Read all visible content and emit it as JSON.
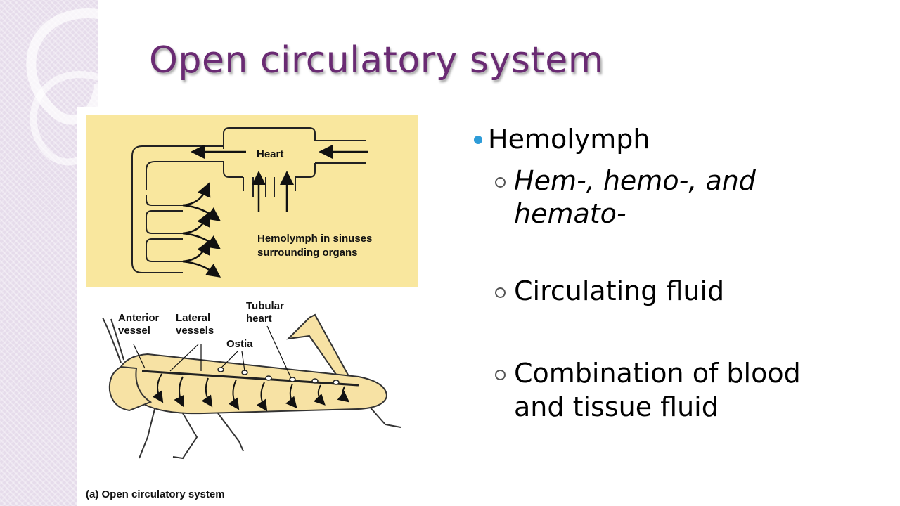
{
  "slide": {
    "title": "Open circulatory system"
  },
  "figure": {
    "heart_label": "Heart",
    "sinus_label_line1": "Hemolymph in sinuses",
    "sinus_label_line2": "surrounding organs",
    "anterior_line1": "Anterior",
    "anterior_line2": "vessel",
    "lateral_line1": "Lateral",
    "lateral_line2": "vessels",
    "tubular_line1": "Tubular",
    "tubular_line2": "heart",
    "ostia_label": "Ostia",
    "caption": "(a) Open circulatory system"
  },
  "bullets": {
    "main": "Hemolymph",
    "sub1_line1": "Hem-, hemo-, and",
    "sub1_line2": "hemato-",
    "sub2": "Circulating fluid",
    "sub3_line1": "Combination of blood",
    "sub3_line2": "and tissue fluid"
  },
  "colors": {
    "title": "#6a2b73",
    "bullet_dot": "#2e9cd8",
    "diagram_bg": "#f9e79e",
    "insect_fill": "#f7e2a4"
  }
}
